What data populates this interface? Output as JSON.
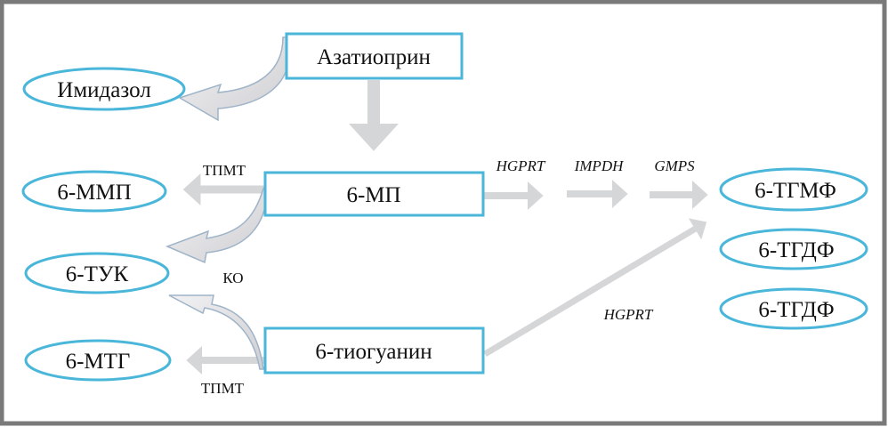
{
  "nodes": {
    "azathioprine": "Азатиоприн",
    "imidazole": "Имидазол",
    "mp": "6-МП",
    "thioguanine": "6-тиогуанин",
    "mmp": "6-ММП",
    "tuk": "6-ТУК",
    "mtg": "6-МТГ",
    "tgmp": "6-ТГМФ",
    "tgdp1": "6-ТГДФ",
    "tgdp2": "6-ТГДФ"
  },
  "enzymes": {
    "tpmt_top": "ТПМТ",
    "hgprt_top": "HGPRT",
    "impdh": "IMPDH",
    "gmps": "GMPS",
    "ko": "КО",
    "hgprt_diag": "HGPRT",
    "tpmt_bottom": "ТПМТ"
  },
  "colors": {
    "node_border": "#4ab6da",
    "arrow": "#d5d6d8",
    "frame": "#7a7a7a"
  }
}
